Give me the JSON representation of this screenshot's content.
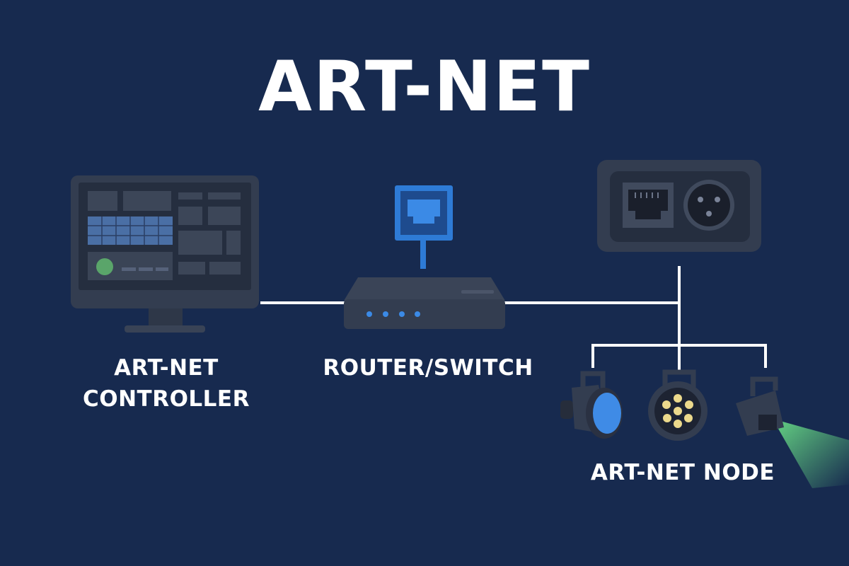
{
  "title": "ART-NET",
  "controller": {
    "line1": "ART-NET",
    "line2": "CONTROLLER"
  },
  "router": {
    "label": "ROUTER/SWITCH"
  },
  "node": {
    "label": "ART-NET NODE"
  },
  "colors": {
    "background": "#172a4f",
    "device": "#333d50",
    "accent_blue": "#2e7bd6",
    "cable": "#ffffff",
    "beam_green": "#5fd07a"
  },
  "icons": [
    "monitor-icon",
    "ethernet-port-icon",
    "router-icon",
    "node-box-icon",
    "rj45-port-icon",
    "xlr-connector-icon",
    "par-light-icon",
    "led-light-icon",
    "spotlight-icon"
  ]
}
